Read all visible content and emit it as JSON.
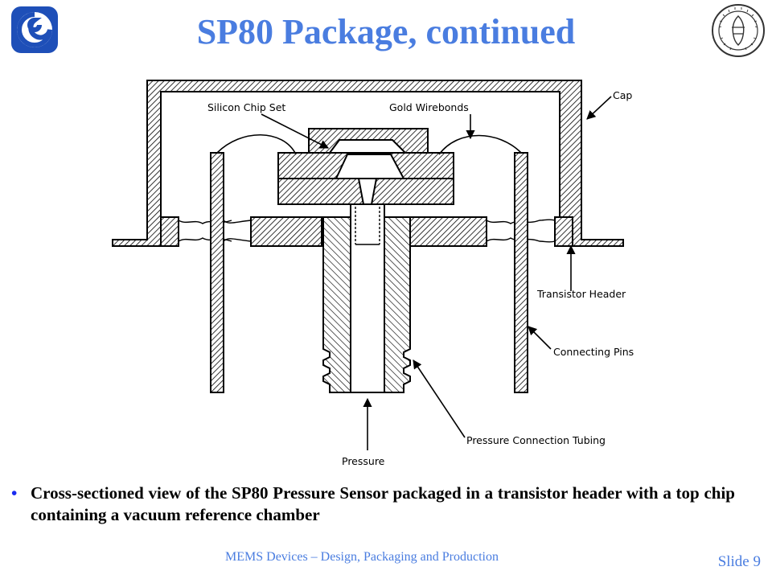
{
  "slide": {
    "title": "SP80 Package, continued",
    "bullet": "Cross-sectioned view of the SP80 Pressure Sensor packaged in a transistor header with a top chip containing a vacuum reference chamber",
    "footer": "MEMS Devices – Design, Packaging and Production",
    "slide_number": "Slide 9"
  },
  "diagram": {
    "labels": {
      "cap": "Cap",
      "silicon_chip_set": "Silicon Chip Set",
      "gold_wirebonds": "Gold Wirebonds",
      "transistor_header": "Transistor Header",
      "connecting_pins": "Connecting Pins",
      "pressure_connection_tubing": "Pressure Connection Tubing",
      "pressure": "Pressure"
    }
  },
  "colors": {
    "title": "#4a7de0",
    "bullet": "#1a2cf0",
    "footer": "#4a7de0"
  },
  "icons": {
    "left_logo": "swirl-logo-icon",
    "right_logo": "university-seal-icon"
  }
}
